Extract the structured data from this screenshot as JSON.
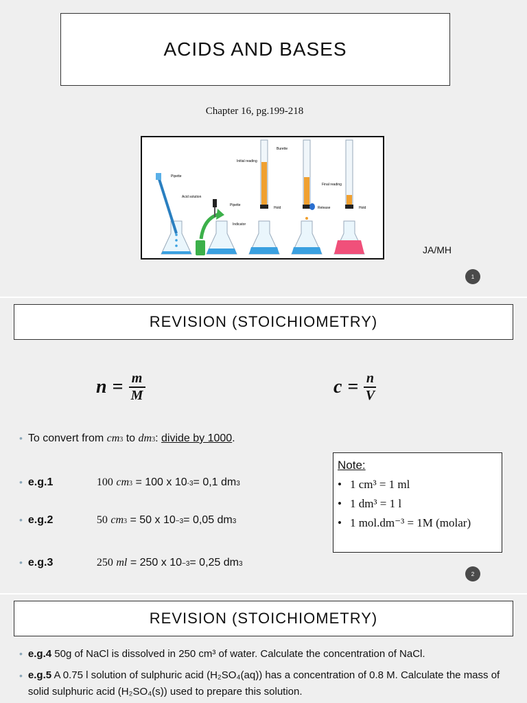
{
  "slide1": {
    "title": "ACIDS AND BASES",
    "subtitle": "Chapter 16, pg.199-218",
    "author": "JA/MH",
    "page_number": "1",
    "figure_labels": {
      "pipette": "Pipette",
      "acid_solution": "Acid solution",
      "pipette2": "Pipette",
      "indicator": "Indicator",
      "initial_reading": "Initial reading",
      "burette": "Burette",
      "hold": "Hold",
      "release": "Release",
      "final_reading": "Final reading",
      "hold2": "Hold"
    }
  },
  "slide2": {
    "title": "REVISION (STOICHIOMETRY)",
    "formula1": {
      "lhs": "n",
      "num": "m",
      "den": "M"
    },
    "formula2": {
      "lhs": "c",
      "num": "n",
      "den": "V"
    },
    "convert": {
      "prefix": "To convert from",
      "from": "cm",
      "to_word": "to",
      "to": "dm",
      "instruction": "divide by 1000"
    },
    "examples": [
      {
        "label": "e.g.1",
        "lhs_num": "100",
        "lhs_unit": "cm",
        "rhs": "= 100 x 10",
        "exp": "-3",
        "result": " = 0,1 dm"
      },
      {
        "label": "e.g.2",
        "lhs_num": "50",
        "lhs_unit": "cm",
        "rhs": "= 50 x 10",
        "exp": "−3",
        "result": " = 0,05 dm"
      },
      {
        "label": "e.g.3",
        "lhs_num": "250",
        "lhs_unit": "ml",
        "rhs": "= 250 x 10",
        "exp": "−3",
        "result": " = 0,25 dm"
      }
    ],
    "note": {
      "heading": "Note:",
      "items": [
        "1 cm³ = 1 ml",
        "1 dm³ = 1 l",
        "1 mol.dm⁻³ = 1M (molar)"
      ]
    },
    "page_number": "2"
  },
  "slide3": {
    "title": "REVISION (STOICHIOMETRY)",
    "eg4_label": "e.g.4",
    "eg4_text": "50g of NaCl is dissolved in 250 cm³ of water. Calculate the concentration of NaCl.",
    "eg5_label": "e.g.5",
    "eg5_text": "A 0.75 l solution of sulphuric acid (H₂SO₄(aq)) has a concentration of 0.8 M. Calculate the mass of solid sulphuric acid (H₂SO₄(s)) used to prepare this solution."
  },
  "colors": {
    "background": "#efefef",
    "blue_liquid": "#3aa0e0",
    "orange_liquid": "#f0a030",
    "pink_liquid": "#f0507a",
    "green_arrow": "#3cb04a"
  }
}
